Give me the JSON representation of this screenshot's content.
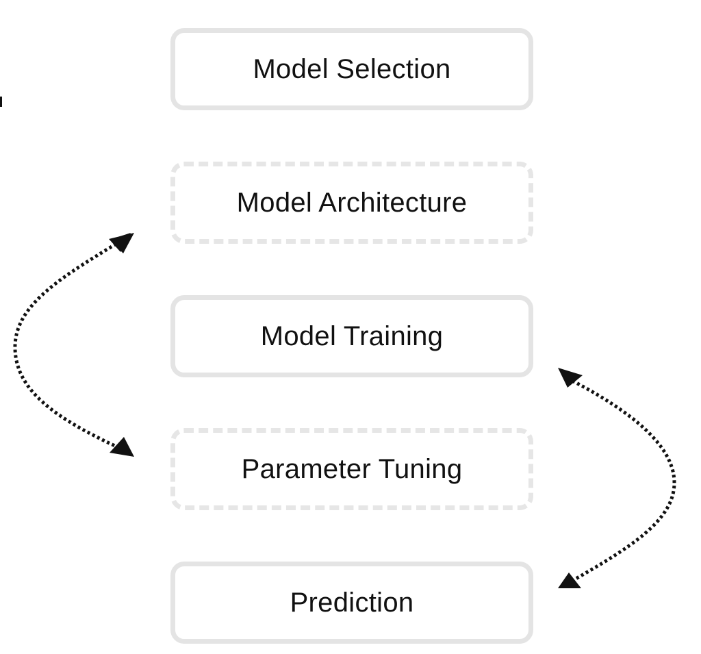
{
  "diagram": {
    "nodes": [
      {
        "id": "model-selection",
        "label": "Model Selection",
        "style": "solid"
      },
      {
        "id": "model-architecture",
        "label": "Model Architecture",
        "style": "dashed"
      },
      {
        "id": "model-training",
        "label": "Model Training",
        "style": "solid"
      },
      {
        "id": "parameter-tuning",
        "label": "Parameter Tuning",
        "style": "dashed"
      },
      {
        "id": "prediction",
        "label": "Prediction",
        "style": "solid"
      }
    ],
    "edges": [
      {
        "from": "model-architecture",
        "to": "parameter-tuning",
        "direction": "bidirectional",
        "line": "dotted",
        "side": "left"
      },
      {
        "from": "model-training",
        "to": "prediction",
        "direction": "bidirectional",
        "line": "dotted",
        "side": "right"
      }
    ],
    "colors": {
      "node_border": "#e4e4e4",
      "text": "#111111",
      "connector": "#111111",
      "background": "#ffffff"
    }
  }
}
